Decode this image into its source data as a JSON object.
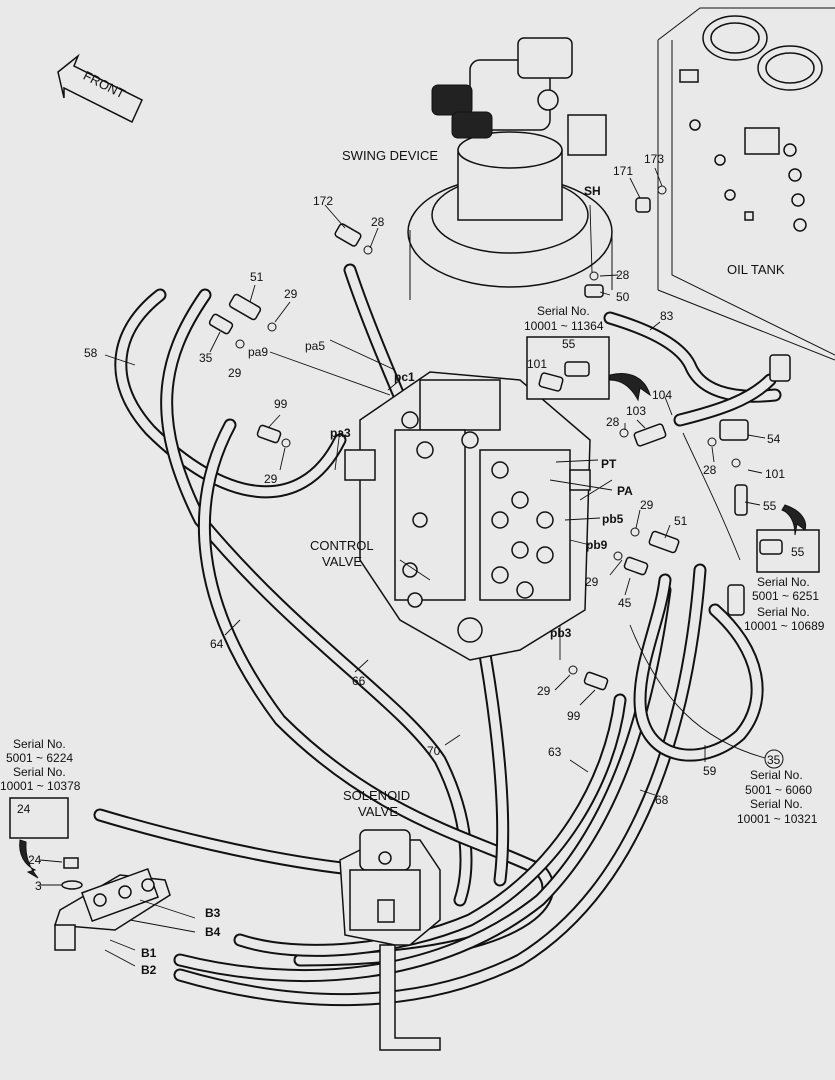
{
  "diagram": {
    "labels": {
      "front": "FRONT",
      "swing_device": "SWING DEVICE",
      "oil_tank": "OIL TANK",
      "control_valve_1": "CONTROL",
      "control_valve_2": "VALVE",
      "solenoid_valve_1": "SOLENOID",
      "solenoid_valve_2": "VALVE"
    },
    "ports": {
      "sh": "SH",
      "pc1": "pc1",
      "pa3": "pa3",
      "pa5": "pa5",
      "pa9": "pa9",
      "pt": "PT",
      "pa": "PA",
      "pb5": "pb5",
      "pb9": "pb9",
      "pb3": "pb3",
      "b1": "B1",
      "b2": "B2",
      "b3": "B3",
      "b4": "B4"
    },
    "parts": {
      "p172": "172",
      "p28a": "28",
      "p51a": "51",
      "p29a": "29",
      "p58": "58",
      "p35": "35",
      "p29b": "29",
      "p99a": "99",
      "p29c": "29",
      "p171": "171",
      "p173": "173",
      "p28b": "28",
      "p50": "50",
      "p83": "83",
      "p101a": "101",
      "p55a": "55",
      "p104": "104",
      "p103": "103",
      "p28c": "28",
      "p54": "54",
      "p28d": "28",
      "p101b": "101",
      "p55b": "55",
      "p29d": "29",
      "p51b": "51",
      "p55c": "55",
      "p29e": "29",
      "p45": "45",
      "p64": "64",
      "p66": "66",
      "p70": "70",
      "p63": "63",
      "p68": "68",
      "p59": "59",
      "p29f": "29",
      "p99b": "99",
      "p35c": "35",
      "p24a": "24",
      "p24b": "24",
      "p3": "3"
    },
    "serials": {
      "s1_title": "Serial No.",
      "s1_range": "10001 ~ 11364",
      "s2_title": "Serial No.",
      "s2_range": "5001 ~ 6251",
      "s3_title": "Serial No.",
      "s3_range": "10001 ~ 10689",
      "s4_title": "Serial No.",
      "s4_range": "5001 ~ 6060",
      "s5_title": "Serial No.",
      "s5_range": "10001 ~ 10321",
      "s6_title": "Serial No.",
      "s6_range": "5001 ~ 6224",
      "s7_title": "Serial No.",
      "s7_range": "10001 ~ 10378"
    }
  }
}
